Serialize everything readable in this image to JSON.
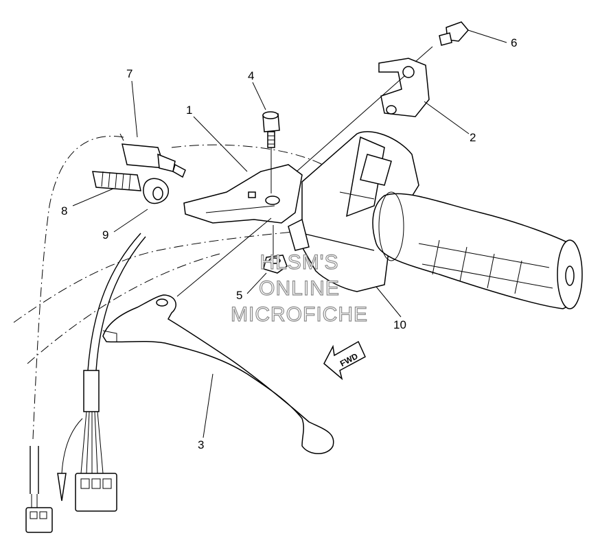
{
  "callouts": [
    "1",
    "2",
    "3",
    "4",
    "5",
    "6",
    "7",
    "8",
    "9",
    "10"
  ],
  "watermark": [
    "HLSM'S",
    "ONLINE",
    "MICROFICHE"
  ],
  "fwd_label": "FWD"
}
